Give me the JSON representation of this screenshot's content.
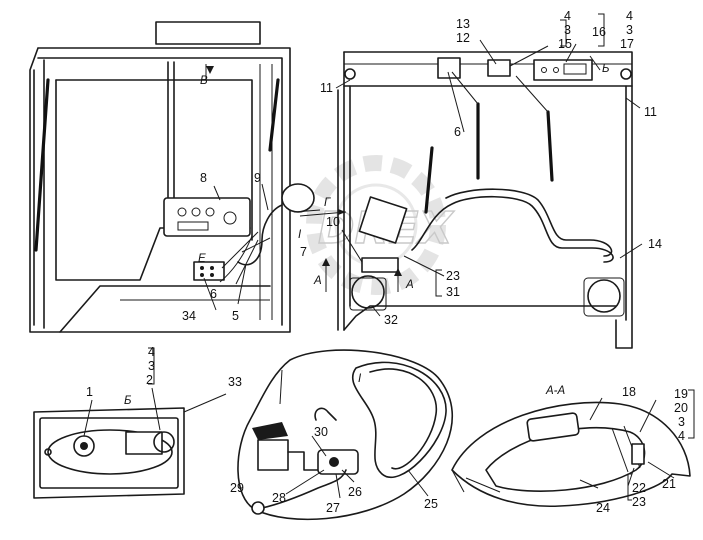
{
  "watermark": "DREX",
  "section_markers": {
    "B_top": "В",
    "B_detail": "Б",
    "B_right": "Б",
    "E": "Е",
    "G": "Г",
    "A_left": "А",
    "A_right": "А",
    "I_main": "I",
    "I_detail": "I",
    "AA": "А-А"
  },
  "callouts": {
    "n1": "1",
    "n2": "2",
    "n3a": "3",
    "n4a": "4",
    "n3b": "3",
    "n4b": "4",
    "n3c": "3",
    "n4c": "4",
    "n3d": "3",
    "n4d": "4",
    "n5": "5",
    "n6a": "6",
    "n6b": "6",
    "n7": "7",
    "n8": "8",
    "n9": "9",
    "n10": "10",
    "n11a": "11",
    "n11b": "11",
    "n12": "12",
    "n13": "13",
    "n14": "14",
    "n15": "15",
    "n16": "16",
    "n17": "17",
    "n18": "18",
    "n19": "19",
    "n20": "20",
    "n21": "21",
    "n22": "22",
    "n23a": "23",
    "n23b": "23",
    "n24": "24",
    "n25": "25",
    "n26": "26",
    "n27": "27",
    "n28": "28",
    "n29": "29",
    "n30": "30",
    "n31": "31",
    "n32": "32",
    "n33": "33",
    "n34": "34"
  }
}
